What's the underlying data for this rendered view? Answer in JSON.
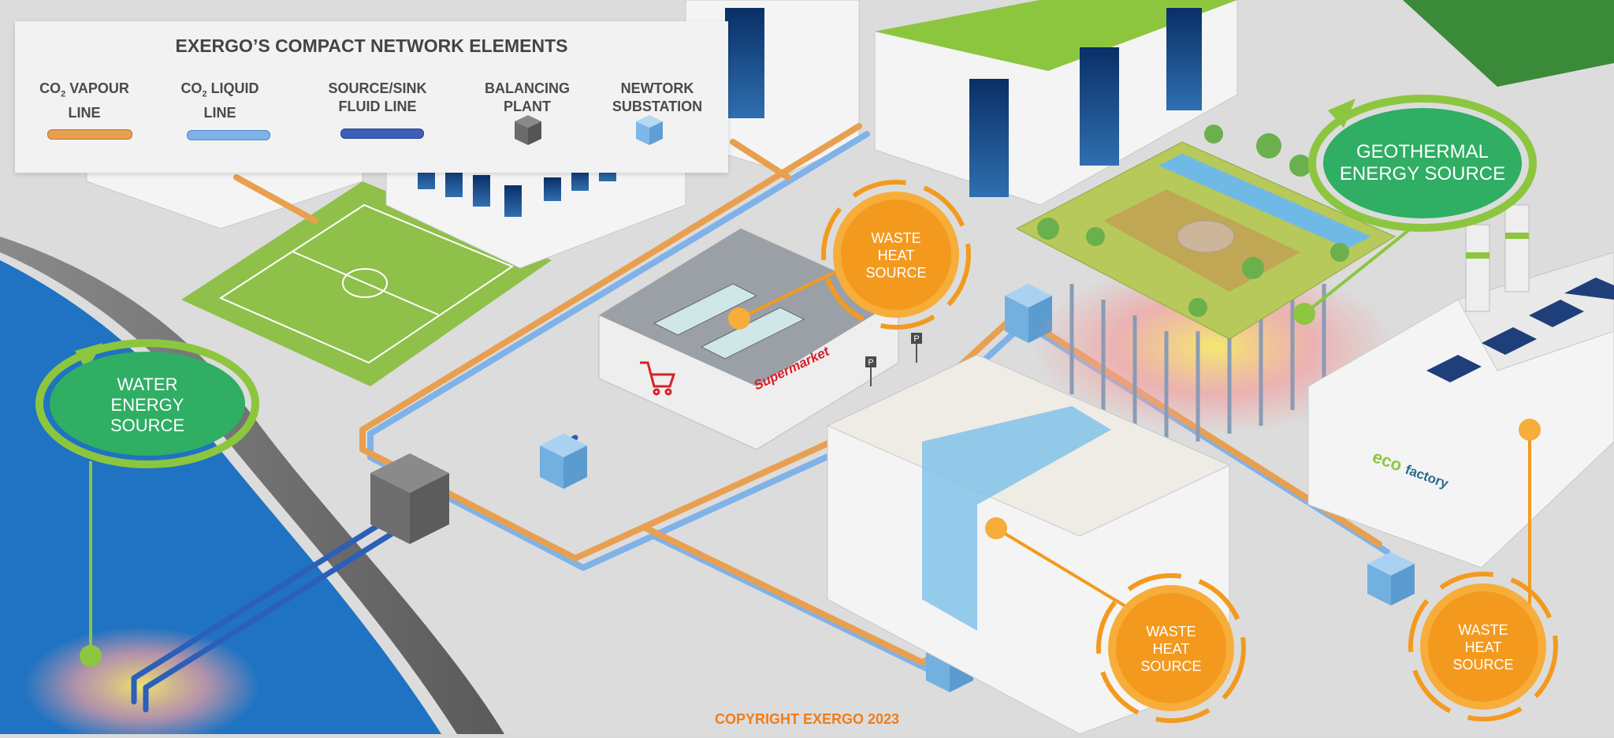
{
  "legend": {
    "title": "EXERGO’S COMPACT NETWORK ELEMENTS",
    "items": [
      {
        "label_main": "CO",
        "label_sub": "2",
        "label_rest": " VAPOUR\nLINE",
        "swatch": "line",
        "color": "#e8a050"
      },
      {
        "label_main": "CO",
        "label_sub": "2",
        "label_rest": " LIQUID\nLINE",
        "swatch": "line",
        "color": "#7fb2e8"
      },
      {
        "label_main": "SOURCE/SINK",
        "label_sub": "",
        "label_rest": "\nFLUID LINE",
        "swatch": "line",
        "color": "#3e5fb8"
      },
      {
        "label_main": "BALANCING",
        "label_sub": "",
        "label_rest": "\nPLANT",
        "swatch": "cube",
        "color": "#6b6b6b"
      },
      {
        "label_main": "NEWTORK",
        "label_sub": "",
        "label_rest": "\nSUBSTATION",
        "swatch": "cube",
        "color": "#7fb7ea"
      }
    ]
  },
  "callouts": {
    "water": {
      "line1": "WATER",
      "line2": "ENERGY",
      "line3": "SOURCE"
    },
    "geothermal": {
      "line1": "GEOTHERMAL",
      "line2": "ENERGY SOURCE"
    },
    "waste_top": {
      "line1": "WASTE",
      "line2": "HEAT",
      "line3": "SOURCE"
    },
    "waste_mid": {
      "line1": "WASTE",
      "line2": "HEAT",
      "line3": "SOURCE"
    },
    "waste_right": {
      "line1": "WASTE",
      "line2": "HEAT",
      "line3": "SOURCE"
    }
  },
  "buildings": {
    "supermarket_sign": "Supermarket",
    "factory_sign_a": "eco",
    "factory_sign_b": "factory",
    "parking": "P"
  },
  "copyright": "COPYRIGHT EXERGO 2023",
  "colors": {
    "vapour": "#e8a050",
    "liquid": "#7fb2e8",
    "fluid": "#3e5fb8",
    "green": "#2fae64",
    "lime": "#8cc63f",
    "orange": "#f39a1e",
    "water": "#1f73c2"
  }
}
